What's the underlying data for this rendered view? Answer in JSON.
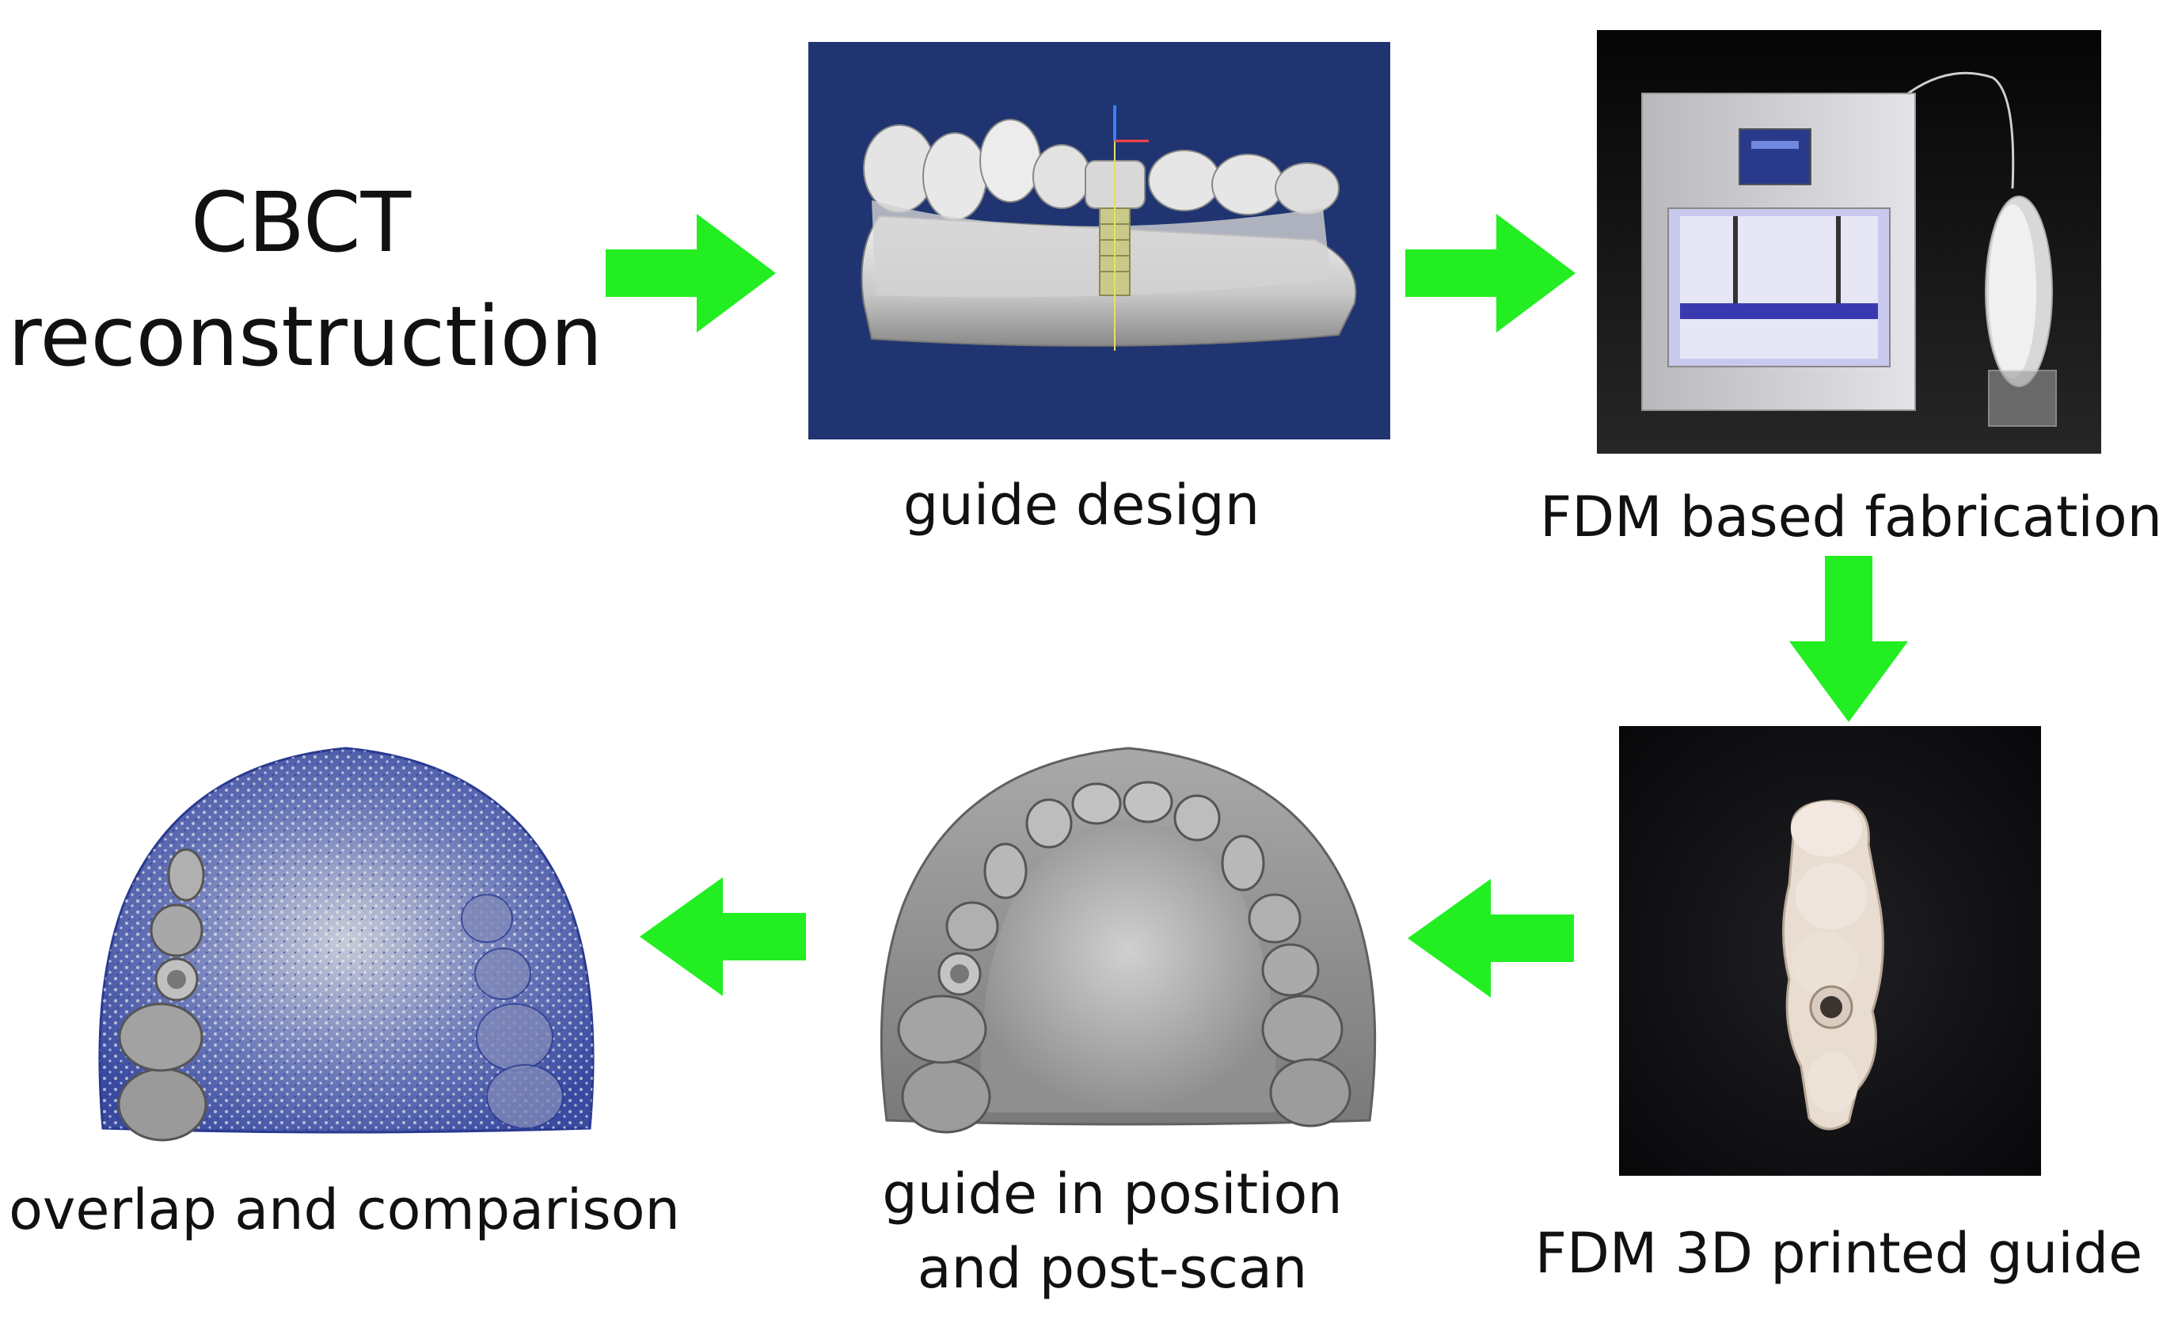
{
  "steps": {
    "cbct": {
      "line1": "CBCT",
      "line2": "reconstruction"
    },
    "guide_design": {
      "label": "guide design"
    },
    "fdm_fabrication": {
      "label": "FDM based fabrication"
    },
    "fdm_guide": {
      "label": "FDM 3D printed guide"
    },
    "guide_position": {
      "line1": "guide in position",
      "line2": "and post-scan"
    },
    "overlap": {
      "label": "overlap and comparison"
    }
  },
  "colors": {
    "arrow": "#22ee22",
    "design_bg": "#1f3470",
    "printer_bg": "#0e0e0e",
    "guide_bg": "#101012"
  }
}
